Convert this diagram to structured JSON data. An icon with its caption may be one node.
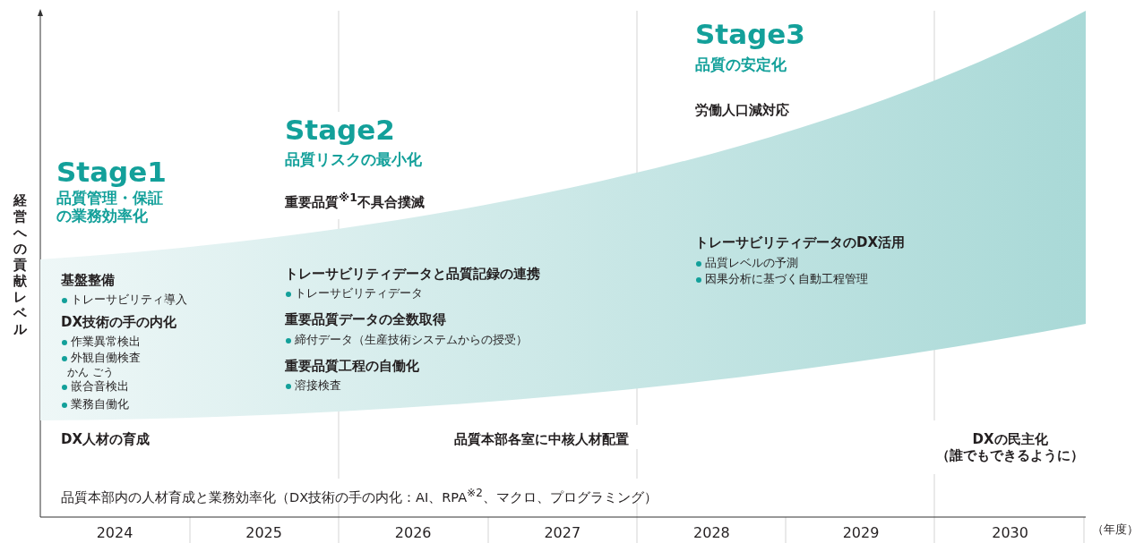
{
  "diagram": {
    "nodes": [
      {
        "text": [
          "基盤整備",
          "トレーサビリティ導入",
          "DX技術の手の内化",
          "作業異常検出",
          "外観自働検査",
          "かん",
          "ごう",
          "嵌合音検出",
          "業務自働化",
          "トレーサビリティデータと品質記録の連携",
          "トレーサビリティデータ",
          "重要品質データの全数取得",
          "締付データ（生産技術システムからの授受）",
          "重要品質工程の自働化",
          "溶接検査",
          "トレーサビリティデータのDX活用",
          "品質レベルの予測",
          "因果分析に基づく自動工程管理"
        ]
      }
    ],
    "labels": [
      "Stage3",
      "品質の安定化",
      "労働人口減対応",
      "Stage2",
      "品質リスクの最小化",
      "Stage1",
      "品質管理・保証の業務効率化",
      "重要品質$^{※1}$不具合撲滅",
      "経営への貢献レベル",
      "DX人材の育成",
      "品質本部各室に中核人材配置",
      "DXの民主化（誰でもできるように）",
      "品質本部内の人材育成と業務効率化（DX技術の手の内化：AI、RPA$^{※2}$、マクロ、プログラミング）",
      "2024",
      "2025",
      "2026",
      "2027",
      "2028",
      "2029",
      "2030",
      "（年度）"
    ]
  }
}
